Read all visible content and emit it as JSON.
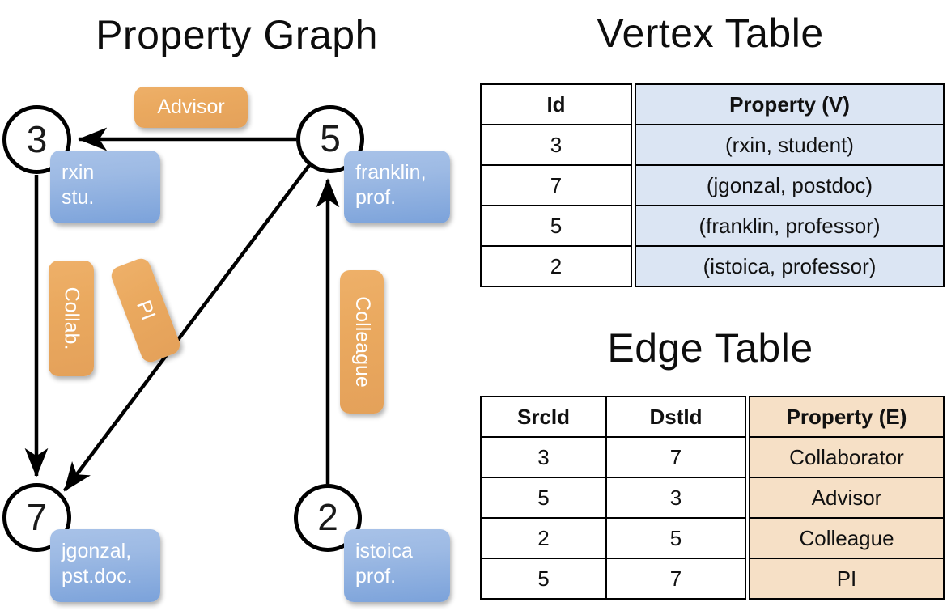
{
  "titles": {
    "property_graph": "Property Graph",
    "vertex_table": "Vertex Table",
    "edge_table": "Edge Table"
  },
  "colors": {
    "vertex_box": "#9dbae4",
    "edge_box": "#eaa95f",
    "vertex_cell": "#dbe5f3",
    "edge_cell": "#f6e0c6",
    "stroke": "#000000"
  },
  "graph": {
    "nodes": [
      {
        "id": "3",
        "prop_line1": "rxin",
        "prop_line2": "stu."
      },
      {
        "id": "5",
        "prop_line1": "franklin,",
        "prop_line2": "prof."
      },
      {
        "id": "7",
        "prop_line1": "jgonzal,",
        "prop_line2": "pst.doc."
      },
      {
        "id": "2",
        "prop_line1": "istoica",
        "prop_line2": "prof."
      }
    ],
    "edge_labels": [
      {
        "key": "advisor",
        "text": "Advisor"
      },
      {
        "key": "collab",
        "text": "Collab."
      },
      {
        "key": "pi",
        "text": "PI"
      },
      {
        "key": "colleague",
        "text": "Colleague"
      }
    ]
  },
  "vertex_table": {
    "headers": [
      "Id",
      "Property (V)"
    ],
    "rows": [
      {
        "id": "3",
        "property": "(rxin, student)"
      },
      {
        "id": "7",
        "property": "(jgonzal, postdoc)"
      },
      {
        "id": "5",
        "property": "(franklin, professor)"
      },
      {
        "id": "2",
        "property": "(istoica, professor)"
      }
    ]
  },
  "edge_table": {
    "headers": [
      "SrcId",
      "DstId",
      "Property (E)"
    ],
    "rows": [
      {
        "src": "3",
        "dst": "7",
        "property": "Collaborator"
      },
      {
        "src": "5",
        "dst": "3",
        "property": "Advisor"
      },
      {
        "src": "2",
        "dst": "5",
        "property": "Colleague"
      },
      {
        "src": "5",
        "dst": "7",
        "property": "PI"
      }
    ]
  }
}
